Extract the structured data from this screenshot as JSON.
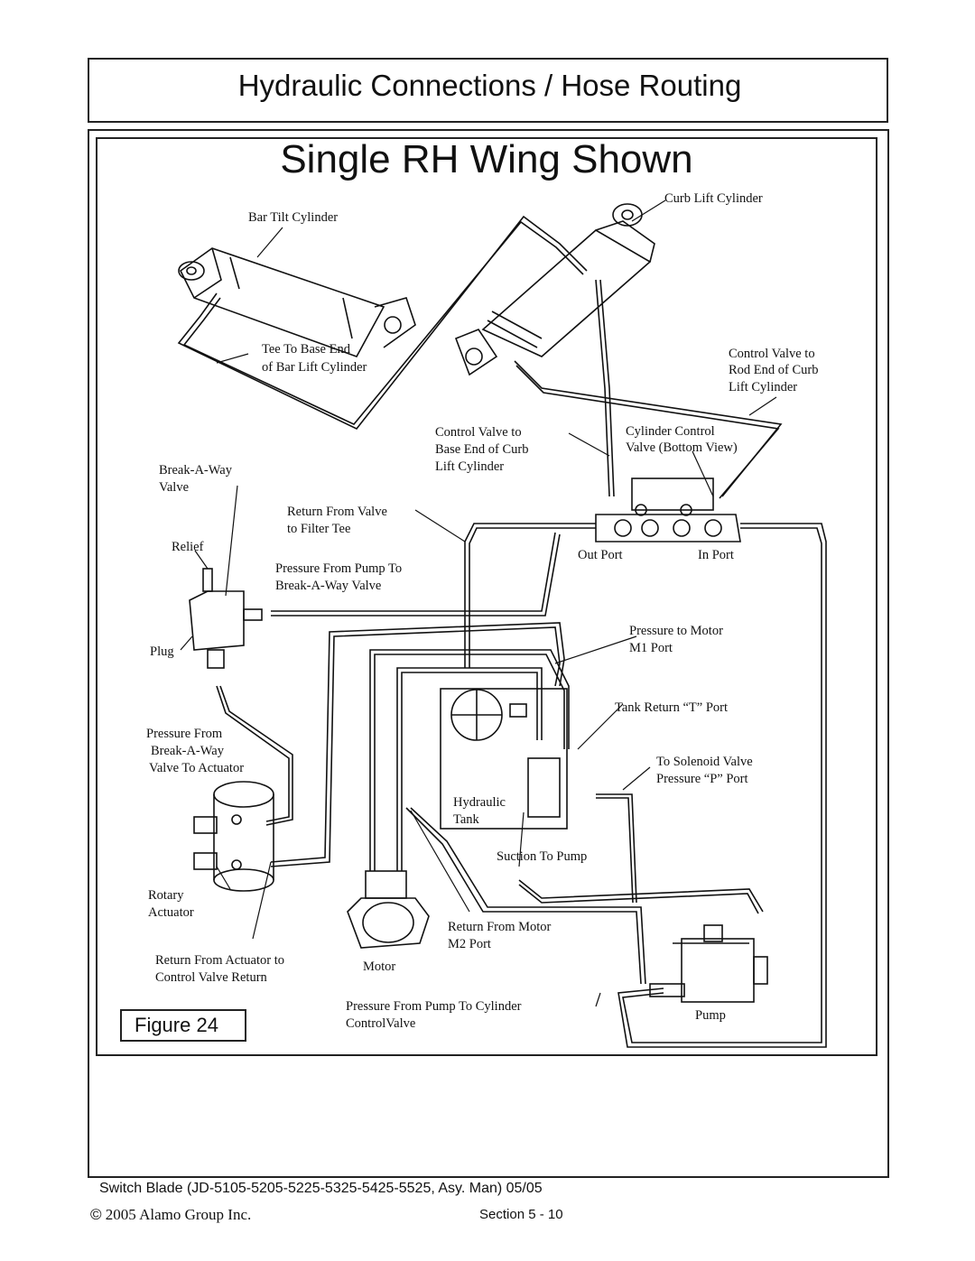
{
  "header": {
    "title": "Hydraulic Connections / Hose Routing"
  },
  "diagram": {
    "title": "Single  RH Wing Shown",
    "figure_label": "Figure 24",
    "labels": {
      "curb_lift_cylinder": "Curb Lift Cylinder",
      "bar_tilt_cylinder": "Bar Tilt Cylinder",
      "tee_to_base_1": "Tee To  Base End",
      "tee_to_base_2": "of Bar Lift Cylinder",
      "cv_rod_1": "Control Valve to",
      "cv_rod_2": "Rod End of Curb",
      "cv_rod_3": "Lift Cylinder",
      "cv_base_1": "Control Valve to",
      "cv_base_2": "Base End of Curb",
      "cv_base_3": "Lift Cylinder",
      "cyl_ctrl_1": "Cylinder Control",
      "cyl_ctrl_2": "Valve (Bottom View)",
      "break_away_1": "Break-A-Way",
      "break_away_2": "Valve",
      "return_valve_1": "Return From Valve",
      "return_valve_2": "to Filter Tee",
      "relief": "Relief",
      "out_port": "Out Port",
      "in_port": "In Port",
      "pressure_pump_1": "Pressure From Pump To",
      "pressure_pump_2": "Break-A-Way  Valve",
      "plug": "Plug",
      "pressure_motor_1": "Pressure to Motor",
      "pressure_motor_2": "M1   Port",
      "tank_return": "Tank Return “T” Port",
      "pressure_bav_1": "Pressure  From",
      "pressure_bav_2": "Break-A-Way",
      "pressure_bav_3": "Valve To Actuator",
      "solenoid_1": "To Solenoid Valve",
      "solenoid_2": "Pressure “P”     Port",
      "hyd_tank_1": "Hydraulic",
      "hyd_tank_2": "Tank",
      "suction": "Suction To Pump",
      "rotary_1": "Rotary",
      "rotary_2": "Actuator",
      "return_motor_1": "Return From Motor",
      "return_motor_2": "M2   Port",
      "return_actuator_1": "Return From  Actuator to",
      "return_actuator_2": "Control  Valve Return",
      "motor": "Motor",
      "pressure_cyl_1": "Pressure  From Pump To Cylinder",
      "pressure_cyl_2": "ControlValve",
      "pump": "Pump"
    }
  },
  "footer": {
    "model": "Switch Blade  (JD-5105-5205-5225-5325-5425-5525,  Asy.  Man) 05/05",
    "copyright_symbol": "©",
    "copyright_text": " 2005 Alamo Group Inc.",
    "section": "Section 5 - 10"
  }
}
